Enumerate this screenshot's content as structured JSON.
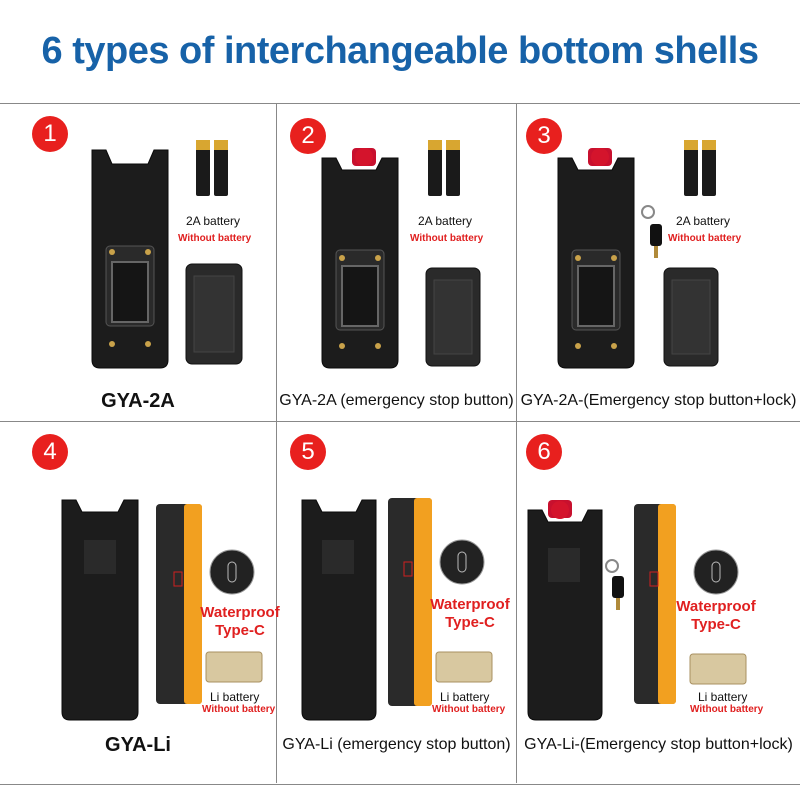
{
  "title": "6 types of interchangeable bottom shells",
  "cells": [
    {
      "number": "1",
      "caption": "GYA-2A",
      "battery_label": "2A battery",
      "battery_note": "Without battery"
    },
    {
      "number": "2",
      "caption": "GYA-2A (emergency stop button)",
      "battery_label": "2A battery",
      "battery_note": "Without battery"
    },
    {
      "number": "3",
      "caption": "GYA-2A-(Emergency stop button+lock)",
      "battery_label": "2A battery",
      "battery_note": "Without battery"
    },
    {
      "number": "4",
      "caption": "GYA-Li",
      "battery_label": "Li battery",
      "battery_note": "Without battery",
      "port_label": "Waterproof\nType-C"
    },
    {
      "number": "5",
      "caption": "GYA-Li (emergency stop button)",
      "battery_label": "Li battery",
      "battery_note": "Without battery",
      "port_label": "Waterproof\nType-C"
    },
    {
      "number": "6",
      "caption": "GYA-Li-(Emergency stop button+lock)",
      "battery_label": "Li battery",
      "battery_note": "Without battery",
      "port_label": "Waterproof\nType-C"
    }
  ],
  "colors": {
    "title": "#1762a8",
    "badge": "#e8201e",
    "warning_text": "#e02020",
    "shell": "#1c1c1c",
    "orange_case": "#f2a020"
  }
}
